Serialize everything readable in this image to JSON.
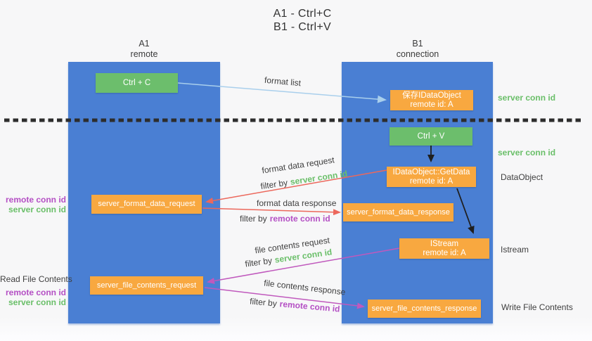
{
  "title": {
    "line1": "A1 - Ctrl+C",
    "line2": "B1 - Ctrl+V"
  },
  "lanes": {
    "left": {
      "name": "A1",
      "role": "remote"
    },
    "right": {
      "name": "B1",
      "role": "connection"
    }
  },
  "nodes": {
    "ctrl_c": {
      "label": "Ctrl + C"
    },
    "save_idataobject": {
      "line1": "保存IDataObject",
      "line2": "remote id: A"
    },
    "ctrl_v": {
      "label": "Ctrl + V"
    },
    "getdata": {
      "line1": "IDataObject::GetData",
      "line2": "remote id: A"
    },
    "server_format_data_request": {
      "label": "server_format_data_request"
    },
    "server_format_data_response": {
      "label": "server_format_data_response"
    },
    "istream": {
      "line1": "IStream",
      "line2": "remote id: A"
    },
    "server_file_contents_request": {
      "label": "server_file_contents_request"
    },
    "server_file_contents_response": {
      "label": "server_file_contents_response"
    }
  },
  "arrow_labels": {
    "format_list": "format list",
    "format_data_request": "format data request",
    "format_data_response": "format data response",
    "file_contents_request": "file contents request",
    "file_contents_response": "file contents response",
    "filter_by": "filter by",
    "server_conn_id": "server conn id",
    "remote_conn_id": "remote conn id"
  },
  "side_labels": {
    "server_conn_id_top": "server conn id",
    "server_conn_id_mid": "server conn id",
    "dataobject": "DataObject",
    "istream": "Istream",
    "write_file_contents": "Write File Contents",
    "read_file_contents": "Read File Contents",
    "remote_conn_id": "remote conn id",
    "server_conn_id": "server conn id"
  },
  "colors": {
    "lane_blue": "#4a7fd3",
    "node_green": "#6cbe6c",
    "node_orange": "#f8a840",
    "arrow_red": "#ec685c",
    "arrow_magenta": "#c059bd",
    "arrow_lightblue": "#a9cfec",
    "arrow_black": "#1f1f1f",
    "dashed_line": "#2d2d2d",
    "text_green": "#6abf69",
    "text_purple": "#b44fc4",
    "text_dark": "#3f3f3f",
    "background": "#f7f7f8"
  }
}
